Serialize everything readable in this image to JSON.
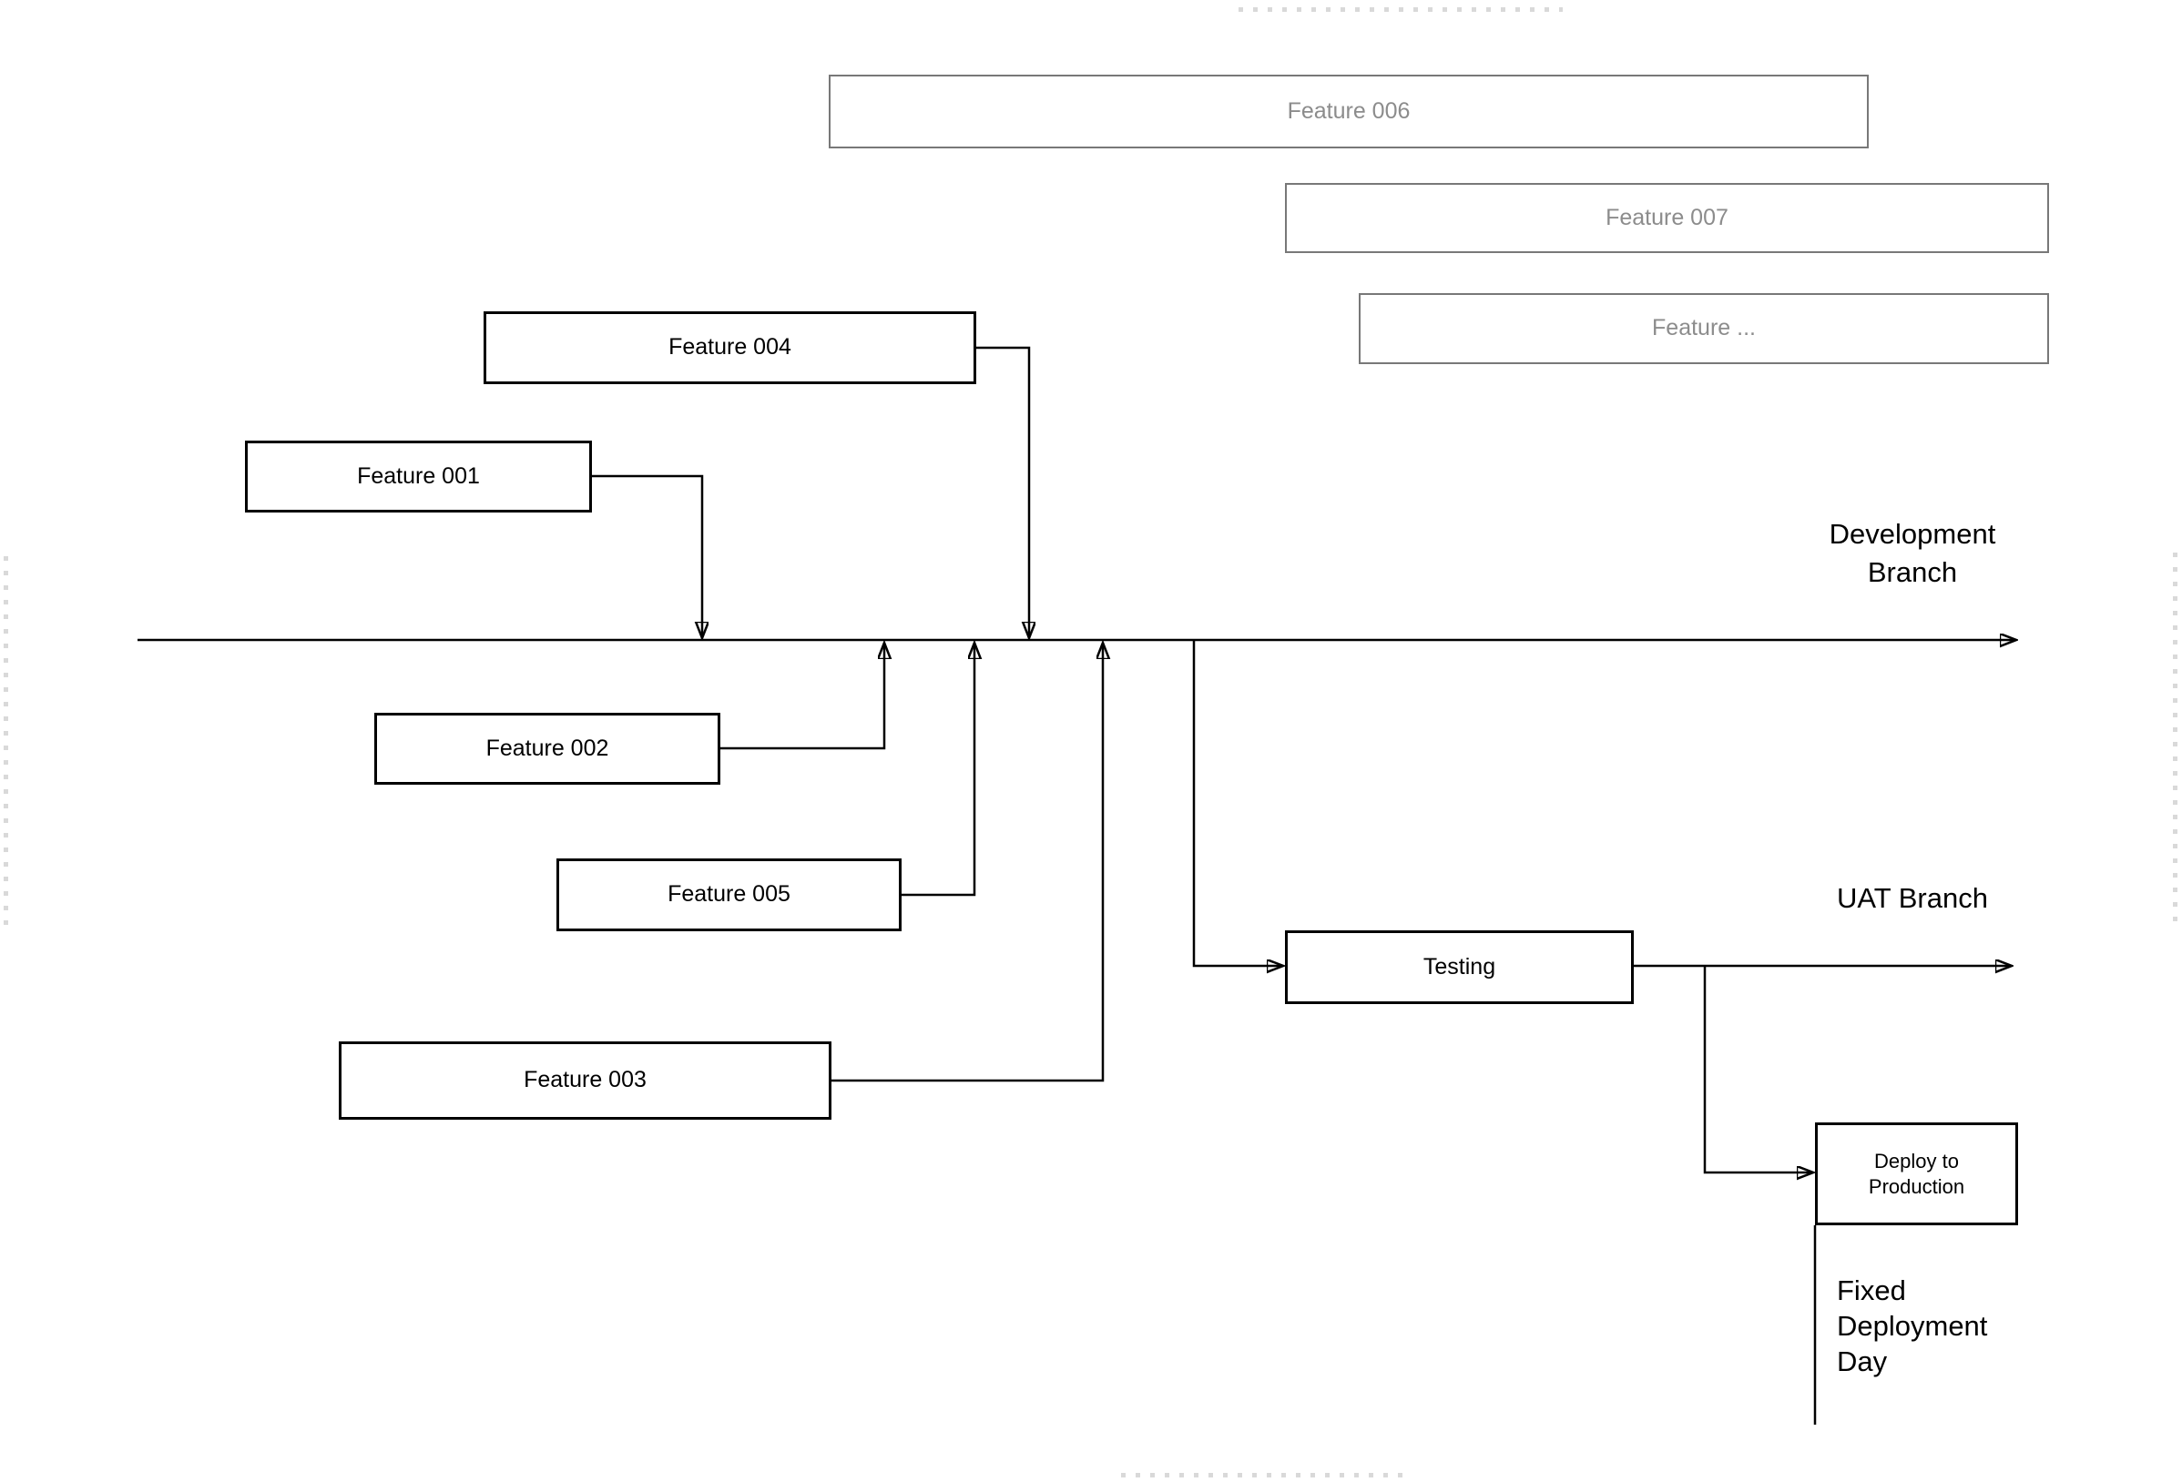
{
  "diagram": {
    "nodes": {
      "feature_006": {
        "label": "Feature 006"
      },
      "feature_007": {
        "label": "Feature 007"
      },
      "feature_ellipsis": {
        "label": "Feature ..."
      },
      "feature_004": {
        "label": "Feature 004"
      },
      "feature_001": {
        "label": "Feature 001"
      },
      "feature_002": {
        "label": "Feature 002"
      },
      "feature_005": {
        "label": "Feature 005"
      },
      "feature_003": {
        "label": "Feature 003"
      },
      "testing": {
        "label": "Testing"
      },
      "deploy_to_production": {
        "label": "Deploy to\nProduction"
      }
    },
    "labels": {
      "development_branch": "Development\nBranch",
      "uat_branch": "UAT Branch",
      "fixed_deployment_day": "Fixed\nDeployment\nDay"
    },
    "colors": {
      "shape_stroke": "#000000",
      "shape_text": "#000000",
      "muted_stroke": "#787878",
      "muted_text": "#8c8c8c",
      "page_boundary_dot": "#d9d9d9",
      "background": "#ffffff"
    }
  }
}
